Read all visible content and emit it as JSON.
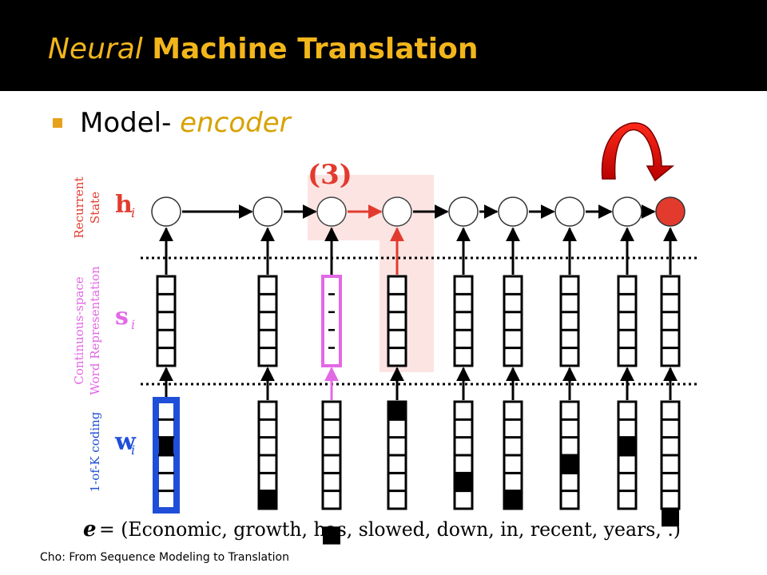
{
  "title": {
    "part1": "Neural",
    "part2": "Machine Translation"
  },
  "bullet": {
    "prefix": "Model- ",
    "emphasis": "encoder"
  },
  "diagram": {
    "step_label": "(3)",
    "rows": [
      {
        "symbol": "h",
        "subscript": "i",
        "label_lines": [
          "Recurrent",
          "State"
        ],
        "color": "#e23b2e"
      },
      {
        "symbol": "s",
        "subscript": "i",
        "label_lines": [
          "Continuous-space",
          "Word Representation"
        ],
        "color": "#e368e6"
      },
      {
        "symbol": "w",
        "subscript": "i",
        "label_lines": [
          "1-of-K coding"
        ],
        "color": "#1f4fd8"
      }
    ],
    "sentence": {
      "lhs": "e",
      "rhs": "= (Economic, growth, has, slowed, down, in, recent, years, .)"
    },
    "tokens": [
      "Economic",
      "growth",
      "has",
      "slowed",
      "down",
      "in",
      "recent",
      "years",
      "."
    ],
    "onehot_positions": [
      2,
      5,
      7,
      0,
      4,
      5,
      3,
      2,
      6
    ],
    "active_token": 3,
    "highlighted_word": 0,
    "highlighted_embedding": 2,
    "final_state": 8,
    "colors": {
      "accent_red": "#e23b2e",
      "pink": "#e368e6",
      "blue": "#1f4fd8",
      "highlight": "#fce4e3"
    }
  },
  "caption": "Cho: From Sequence Modeling to Translation",
  "icons": {
    "bullet": "square-bullet-icon",
    "curve": "curved-arrow-icon"
  }
}
